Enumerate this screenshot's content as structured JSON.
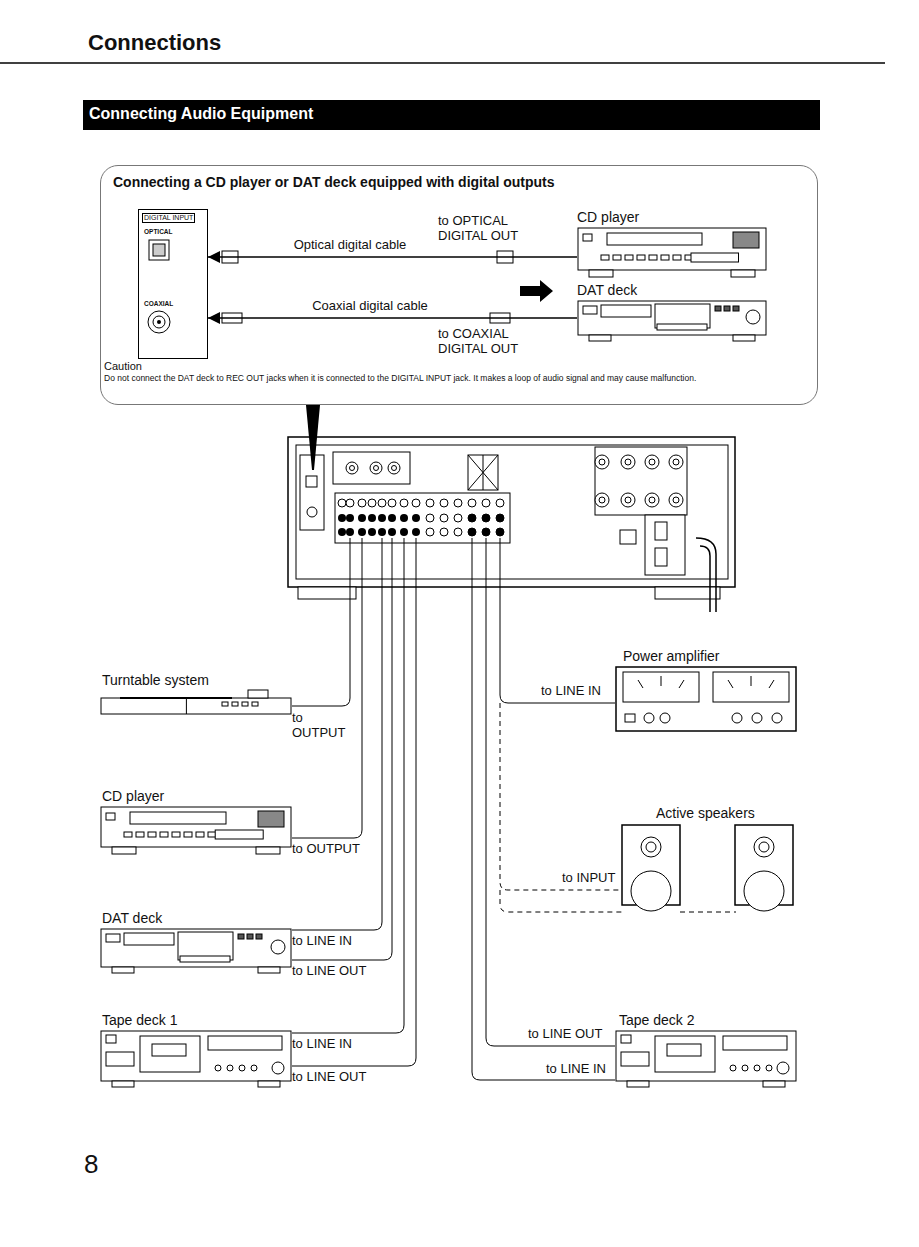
{
  "diagram": {
    "title": "Connections",
    "nodes": [
      {
        "text": [
          "Connecting Audio Equipment"
        ]
      },
      {
        "text": [
          "Connecting a CD player or DAT deck equipped with digital outputs"
        ]
      },
      {
        "text": [
          "DIGITAL INPUT",
          "OPTICAL",
          "COAXIAL"
        ],
        "in": 1
      },
      {
        "text": [
          "CD player"
        ],
        "in": 1
      },
      {
        "text": [
          "DAT deck"
        ],
        "in": 1
      },
      {
        "text": [
          "Turntable system"
        ]
      },
      {
        "text": [
          "CD player"
        ]
      },
      {
        "text": [
          "DAT deck"
        ]
      },
      {
        "text": [
          "Tape deck 1"
        ]
      },
      {
        "text": [
          "Power amplifier"
        ]
      },
      {
        "text": [
          "Active speakers"
        ]
      },
      {
        "text": [
          "Tape deck 2"
        ]
      }
    ],
    "edges": [
      {
        "from": 3,
        "to": 2,
        "label": "Optical digital cable",
        "arrow": "to"
      },
      {
        "from": 4,
        "to": 2,
        "label": "Coaxial digital cable",
        "arrow": "to"
      }
    ],
    "labels": [
      "to OPTICAL DIGITAL OUT",
      "to COAXIAL DIGITAL OUT",
      "Caution",
      "Do not connect the DAT deck to REC OUT jacks when it is connected to the DIGITAL INPUT jack. It makes a loop of audio signal and may cause malfunction.",
      "to OUTPUT",
      "to OUTPUT",
      "to LINE IN",
      "to LINE OUT",
      "to LINE IN",
      "to LINE OUT",
      "to LINE IN",
      "to INPUT",
      "to LINE OUT",
      "to LINE IN",
      "8"
    ]
  }
}
